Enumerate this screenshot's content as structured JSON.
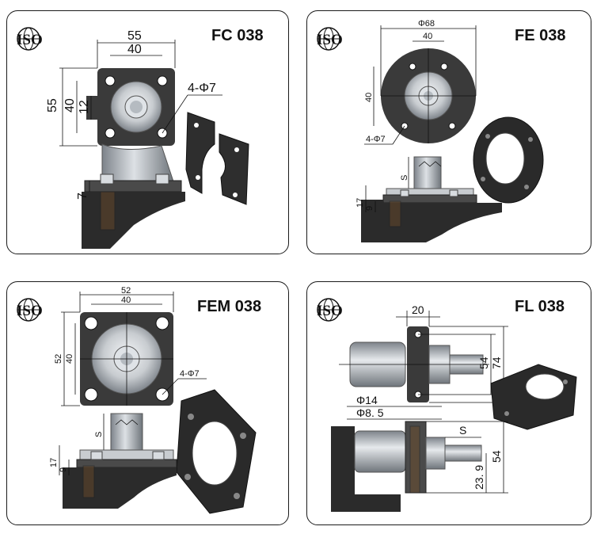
{
  "logo": {
    "text": "ISO"
  },
  "panels": {
    "fc": {
      "code": "FC 038",
      "dims": {
        "outer_width": "55",
        "hole_spacing_x": "40",
        "outer_height": "55",
        "hole_spacing_y": "40",
        "boss": "12",
        "holes": "4-Φ7",
        "flange_thickness": "7"
      }
    },
    "fe": {
      "code": "FE 038",
      "dims": {
        "diameter": "Φ68",
        "hole_spacing_x": "40",
        "hole_spacing_y": "40",
        "holes": "4-Φ7",
        "stroke": "S",
        "height": "17",
        "thickness": "9"
      }
    },
    "fem": {
      "code": "FEM 038",
      "dims": {
        "outer_width": "52",
        "hole_spacing_x": "40",
        "outer_height": "52",
        "hole_spacing_y": "40",
        "holes": "4-Φ7",
        "stroke": "S",
        "height": "17",
        "thickness": "9"
      }
    },
    "fl": {
      "code": "FL 038",
      "dims": {
        "width": "20",
        "hole_spacing": "54",
        "height": "74",
        "bore": "Φ14",
        "counterbore": "Φ8. 5",
        "stroke": "S",
        "side_height": "54",
        "offset": "23. 9"
      }
    }
  },
  "colors": {
    "body_dark": "#3a3a3a",
    "metal_light": "#c8ccd0",
    "metal_mid": "#8f959b",
    "ground": "#2b2b2b",
    "border": "#1a1a1a"
  }
}
